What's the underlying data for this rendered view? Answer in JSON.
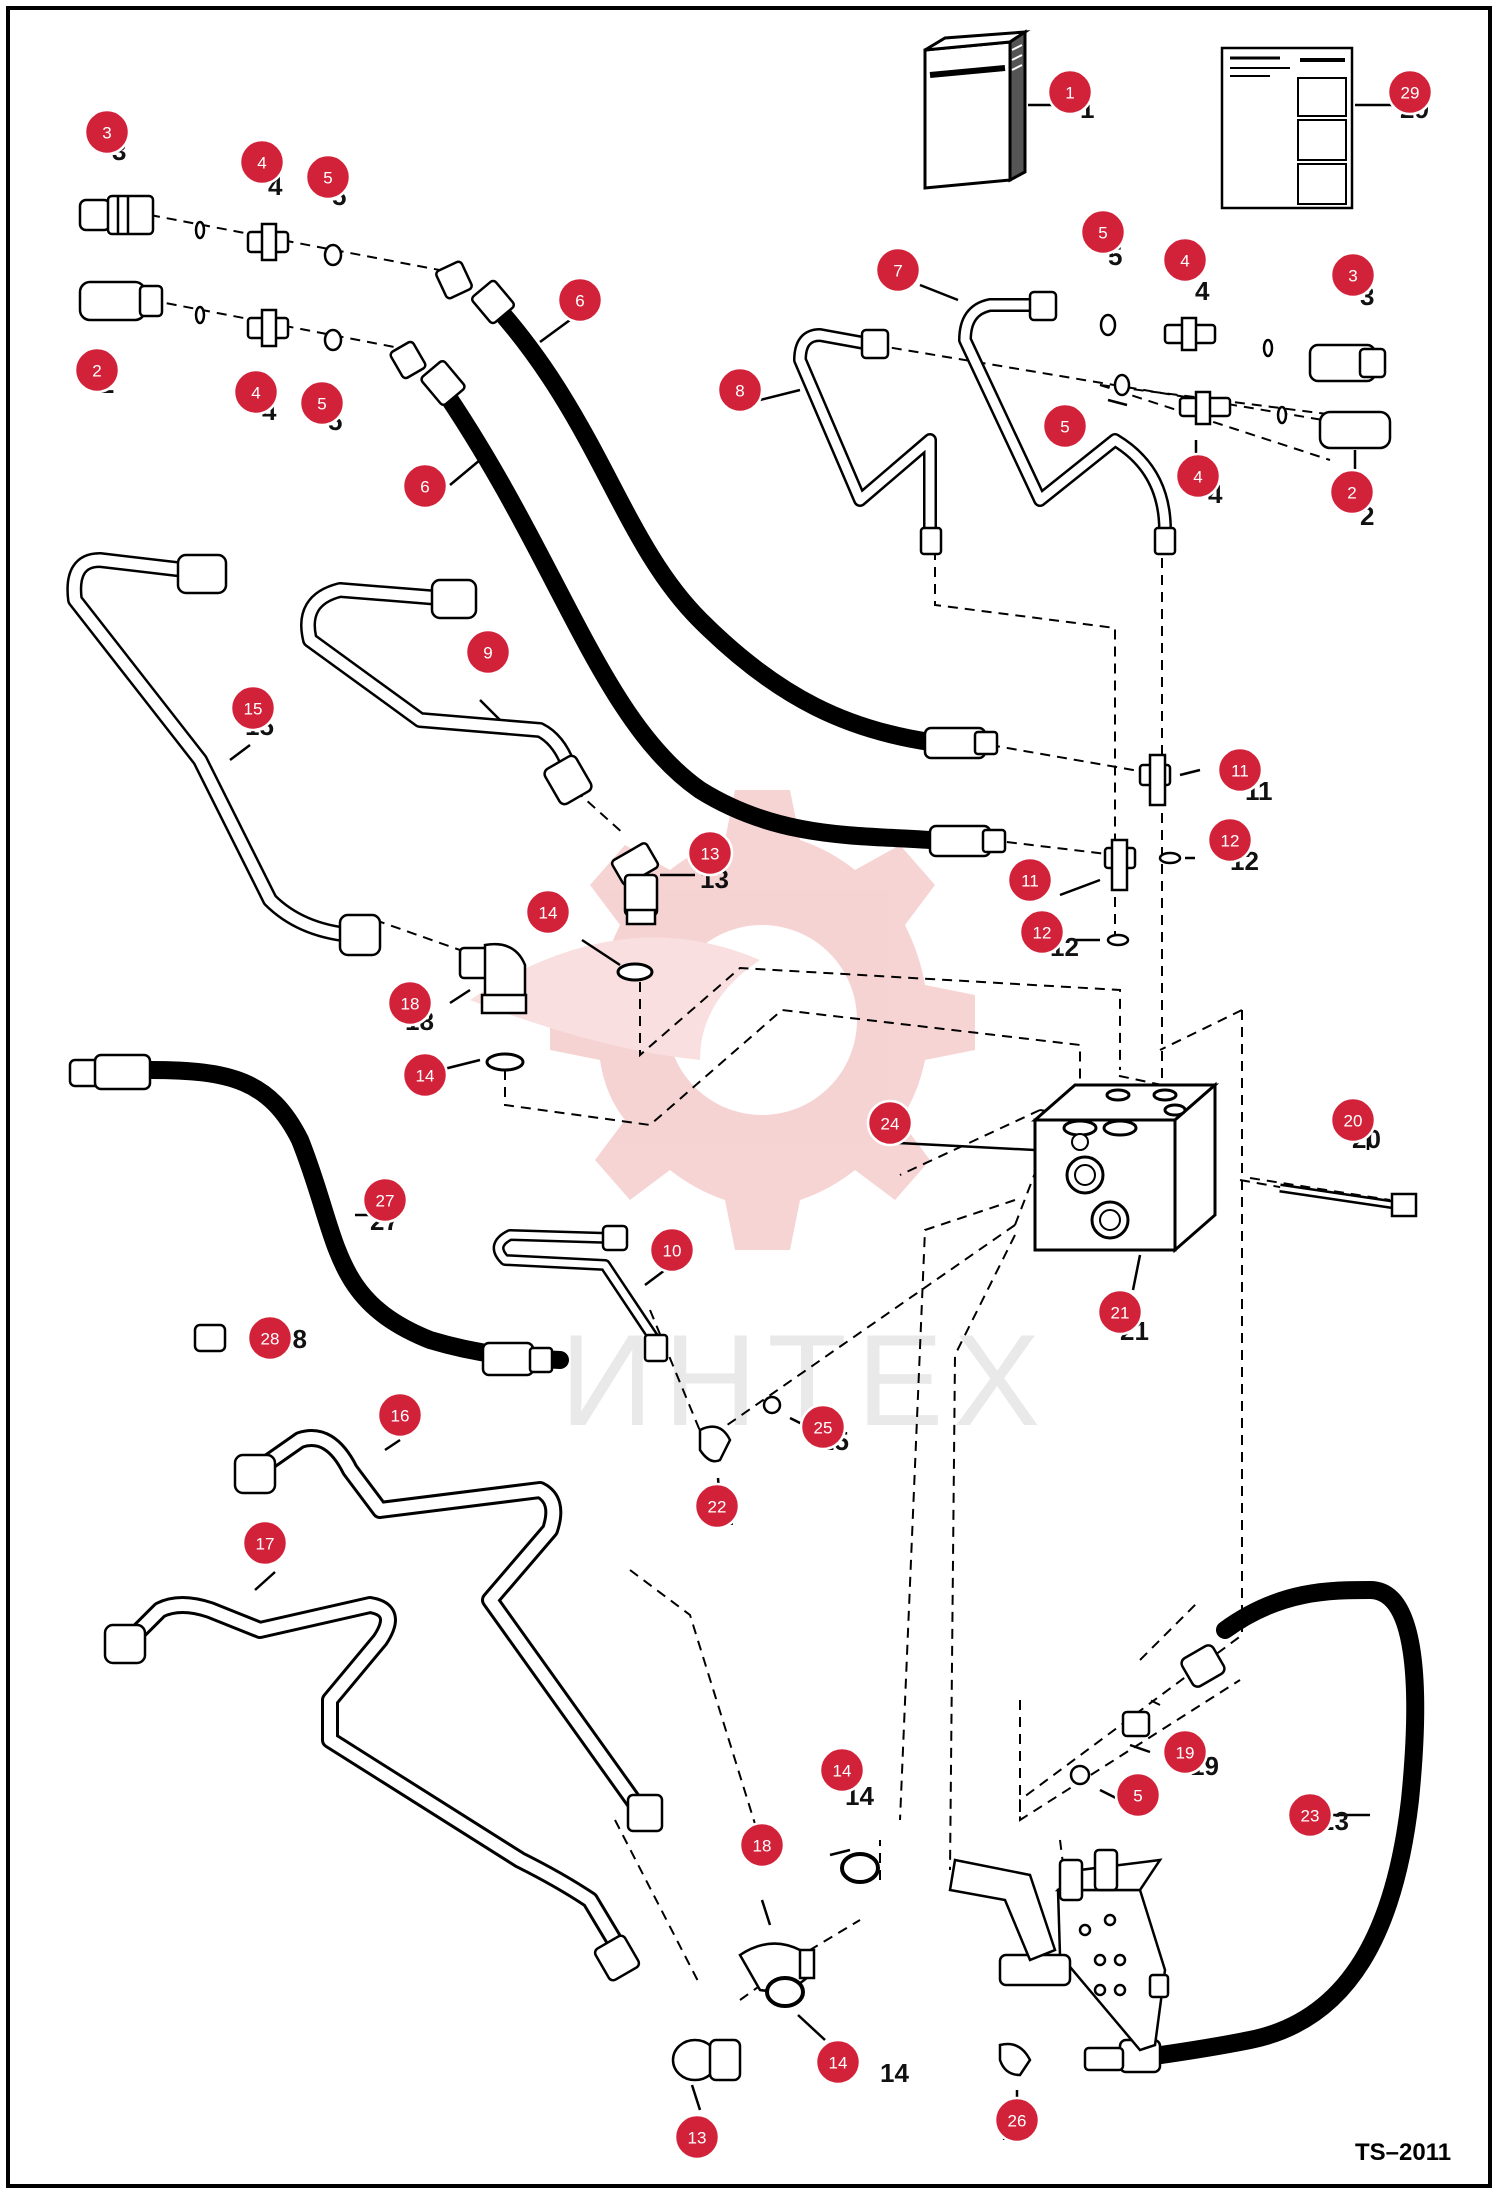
{
  "watermark_text": "ИНТЕХ",
  "drawing_code": "TS–2011",
  "colors": {
    "callout": "#d2223a",
    "hose": "#222222",
    "line": "#000000",
    "watermark": "#f6cfcf"
  },
  "callouts": [
    {
      "id": "c1",
      "label": "1"
    },
    {
      "id": "c29",
      "label": "29"
    },
    {
      "id": "c3a",
      "label": "3"
    },
    {
      "id": "c4a",
      "label": "4"
    },
    {
      "id": "c5a",
      "label": "5"
    },
    {
      "id": "c2a",
      "label": "2"
    },
    {
      "id": "c4b",
      "label": "4"
    },
    {
      "id": "c5b",
      "label": "5"
    },
    {
      "id": "c6a",
      "label": "6"
    },
    {
      "id": "c6b",
      "label": "6"
    },
    {
      "id": "c7",
      "label": "7"
    },
    {
      "id": "c8",
      "label": "8"
    },
    {
      "id": "c5c",
      "label": "5"
    },
    {
      "id": "c4c",
      "label": "4"
    },
    {
      "id": "c3b",
      "label": "3"
    },
    {
      "id": "c5d",
      "label": "5"
    },
    {
      "id": "c4d",
      "label": "4"
    },
    {
      "id": "c2b",
      "label": "2"
    },
    {
      "id": "c15",
      "label": "15"
    },
    {
      "id": "c9",
      "label": "9"
    },
    {
      "id": "c11a",
      "label": "11"
    },
    {
      "id": "c12a",
      "label": "12"
    },
    {
      "id": "c13a",
      "label": "13"
    },
    {
      "id": "c11b",
      "label": "11"
    },
    {
      "id": "c12b",
      "label": "12"
    },
    {
      "id": "c14a",
      "label": "14"
    },
    {
      "id": "c18a",
      "label": "18"
    },
    {
      "id": "c14b",
      "label": "14"
    },
    {
      "id": "c24",
      "label": "24"
    },
    {
      "id": "c20",
      "label": "20"
    },
    {
      "id": "c27",
      "label": "27"
    },
    {
      "id": "c10",
      "label": "10"
    },
    {
      "id": "c21",
      "label": "21"
    },
    {
      "id": "c28",
      "label": "28"
    },
    {
      "id": "c25",
      "label": "25"
    },
    {
      "id": "c16",
      "label": "16"
    },
    {
      "id": "c22",
      "label": "22"
    },
    {
      "id": "c17",
      "label": "17"
    },
    {
      "id": "c19",
      "label": "19"
    },
    {
      "id": "c5e",
      "label": "5"
    },
    {
      "id": "c23",
      "label": "23"
    },
    {
      "id": "c14c",
      "label": "14"
    },
    {
      "id": "c18b",
      "label": "18"
    },
    {
      "id": "c14d",
      "label": "14"
    },
    {
      "id": "c26",
      "label": "26"
    },
    {
      "id": "c13b",
      "label": "13"
    }
  ]
}
